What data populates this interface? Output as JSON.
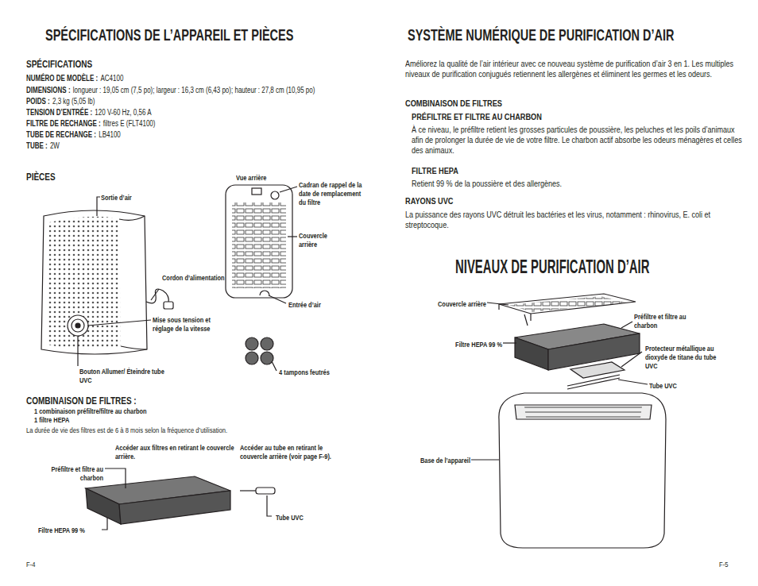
{
  "diagram": {
    "title": "SPÉCIFICATIONS DE L’APPAREIL ET PIÈCES",
    "labels": [
      "SYSTÈME NUMÉRIQUE DE PURIFICATION D’AIR",
      "SPÉCIFICATIONS",
      "NUMÉRO DE MODÈLE :",
      "AC4100",
      "DIMENSIONS :",
      "longueur : 19,05 cm (7,5 po); largeur : 16,3 cm (6,43 po); hauteur : 27,8 cm (10,95 po)",
      "POIDS :",
      "2,3 kg (5,05 lb)",
      "TENSION D’ENTRÉE :",
      "120 V-60 Hz, 0,56 A",
      "FILTRE DE RECHANGE :",
      "filtres E (FLT4100)",
      "TUBE DE RECHANGE :",
      "LB4100",
      "TUBE :",
      "2W",
      "PIÈCES",
      "Vue arrière",
      "Sortie d’air",
      "Cadran de rappel de la date de remplacement du filtre",
      "Couvercle arrière",
      "Cordon d’alimentation",
      "Mise sous tension et réglage de la vitesse",
      "Entrée d’air",
      "Bouton Allumer/ Éteindre tube UVC",
      "4 tampons feutrés",
      "COMBINAISON DE FILTRES :",
      "1 combinaison préfiltre/filtre au charbon",
      "1 filtre HEPA",
      "La durée de vie des filtres est de 6 à 8 mois selon la fréquence d’utilisation.",
      "Accéder aux filtres en retirant le couvercle arrière.",
      "Accéder au tube en retirant le couvercle arrière (voir page F-9).",
      "Préfiltre et filtre au charbon",
      "Tube UVC",
      "Filtre HEPA 99 %",
      "F-4",
      "Améliorez la qualité de l’air intérieur avec ce nouveau système de purification d’air 3 en 1. Les multiples niveaux de purification conjugués retiennent les allergènes et éliminent les germes et les odeurs.",
      "COMBINAISON DE FILTRES",
      "PRÉFILTRE ET FILTRE AU CHARBON",
      "À ce niveau, le préfiltre retient les grosses particules de poussière, les peluches et les poils d’animaux afin de prolonger la durée de vie de votre filtre. Le charbon actif absorbe les odeurs ménagères et celles des animaux.",
      "FILTRE HEPA",
      "Retient 99 % de la poussière et des allergènes.",
      "RAYONS UVC",
      "La puissance des rayons UVC détruit les bactéries et les virus, notamment : rhinovirus, E. coli et streptocoque.",
      "NIVEAUX DE PURIFICATION D’AIR",
      "Couvercle arrière",
      "Préfiltre et filtre au charbon",
      "Filtre HEPA 99 %",
      "Protecteur métallique au dioxyde de titane du tube UVC",
      "Tube UVC",
      "Base de l’appareil",
      "F-5"
    ]
  }
}
